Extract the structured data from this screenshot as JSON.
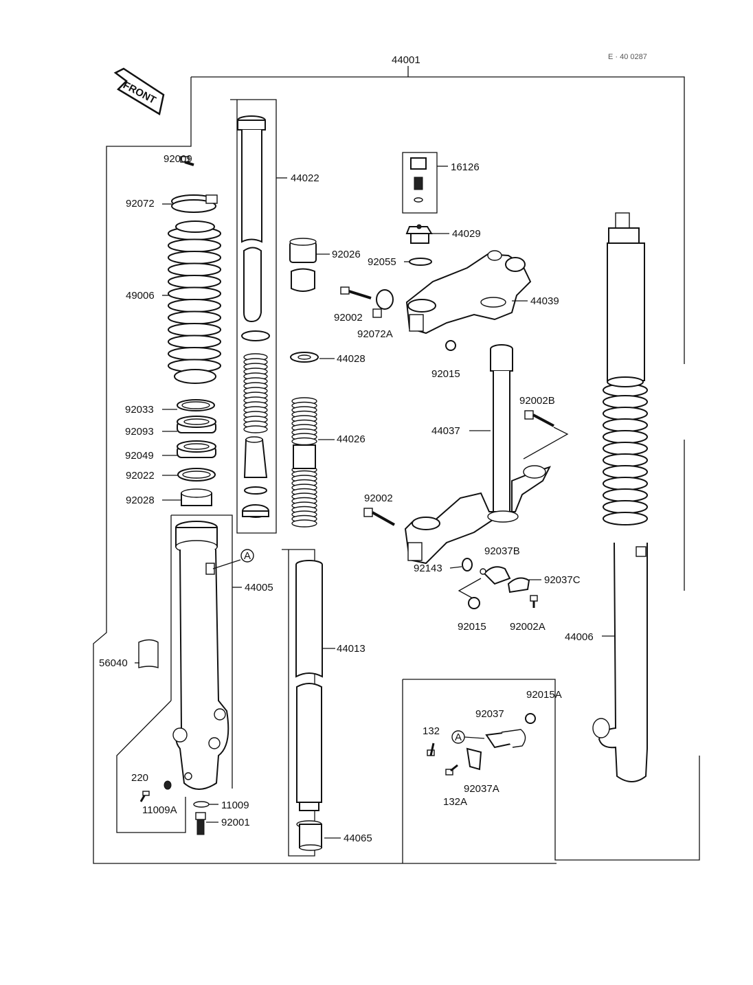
{
  "header": {
    "code": "E · 40 0287"
  },
  "front_label": "FRONT",
  "callout_marker": "A",
  "parts": {
    "p44001": "44001",
    "p92009": "92009",
    "p92072": "92072",
    "p49006": "49006",
    "p92033": "92033",
    "p92093": "92093",
    "p92049": "92049",
    "p92022": "92022",
    "p92028": "92028",
    "p44022": "44022",
    "p92026": "92026",
    "p44028": "44028",
    "p44026": "44026",
    "p44005": "44005",
    "p56040": "56040",
    "p220": "220",
    "p11009A": "11009A",
    "p11009": "11009",
    "p92001": "92001",
    "p44013": "44013",
    "p44065": "44065",
    "p16126": "16126",
    "p44029": "44029",
    "p92055": "92055",
    "p92002_top": "92002",
    "p92072A": "92072A",
    "p44039": "44039",
    "p92015_top": "92015",
    "p44037": "44037",
    "p92002B": "92002B",
    "p92002_mid": "92002",
    "p92037B": "92037B",
    "p92143": "92143",
    "p92037C": "92037C",
    "p92015_mid": "92015",
    "p92002A": "92002A",
    "p92015A": "92015A",
    "p92037": "92037",
    "p132": "132",
    "p132A": "132A",
    "p92037A": "92037A",
    "p44006": "44006"
  }
}
